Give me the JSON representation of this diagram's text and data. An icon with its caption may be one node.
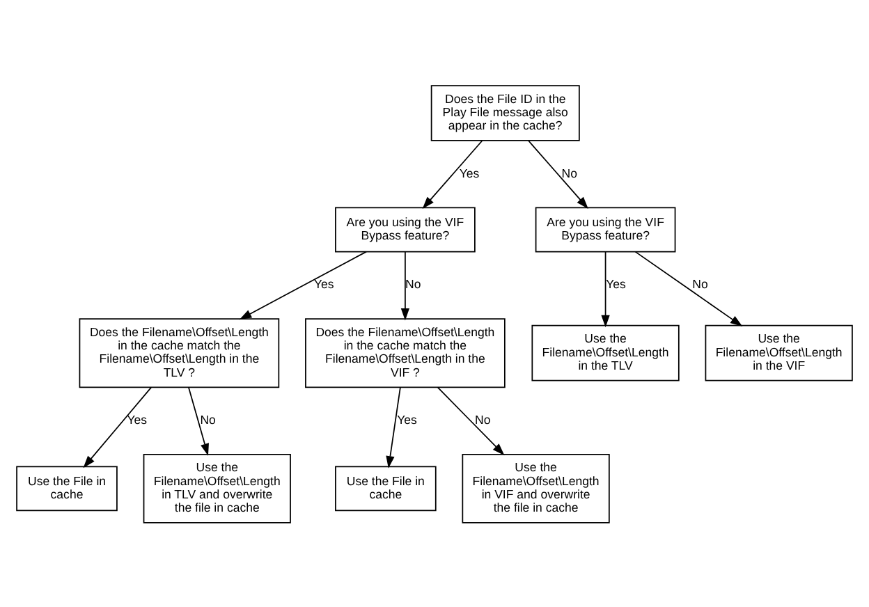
{
  "diagram": {
    "nodes": [
      {
        "text": [
          "Does the File ID in the Play File message also appear in the cache?"
        ]
      },
      {
        "text": [
          "Are you using the VIF Bypass feature?"
        ]
      },
      {
        "text": [
          "Are you using the VIF Bypass feature?"
        ]
      },
      {
        "text": [
          "Does the Filename\\Offset\\Length in the cache match the Filename\\Offset\\Length in the TLV ?"
        ]
      },
      {
        "text": [
          "Does the Filename\\Offset\\Length in the cache match the Filename\\Offset\\Length in the VIF ?"
        ]
      },
      {
        "text": [
          "Use the Filename\\Offset\\Length in the TLV"
        ]
      },
      {
        "text": [
          "Use the Filename\\Offset\\Length in the VIF"
        ]
      },
      {
        "text": [
          "Use the File in cache"
        ]
      },
      {
        "text": [
          "Use the Filename\\Offset\\Length in TLV and overwrite the file in cache"
        ]
      },
      {
        "text": [
          "Use the File in cache"
        ]
      },
      {
        "text": [
          "Use the Filename\\Offset\\Length in VIF and overwrite the file in cache"
        ]
      }
    ],
    "edges": [
      {
        "from": 0,
        "to": 1,
        "arrow": "to",
        "label": "Yes"
      },
      {
        "from": 0,
        "to": 2,
        "arrow": "to",
        "label": "No"
      },
      {
        "from": 1,
        "to": 3,
        "arrow": "to",
        "label": "Yes"
      },
      {
        "from": 1,
        "to": 4,
        "arrow": "to",
        "label": "No"
      },
      {
        "from": 2,
        "to": 5,
        "arrow": "to",
        "label": "Yes"
      },
      {
        "from": 2,
        "to": 6,
        "arrow": "to",
        "label": "No"
      },
      {
        "from": 3,
        "to": 7,
        "arrow": "to",
        "label": "Yes"
      },
      {
        "from": 3,
        "to": 8,
        "arrow": "to",
        "label": "No"
      },
      {
        "from": 4,
        "to": 9,
        "arrow": "to",
        "label": "Yes"
      },
      {
        "from": 4,
        "to": 10,
        "arrow": "to",
        "label": "No"
      }
    ]
  }
}
